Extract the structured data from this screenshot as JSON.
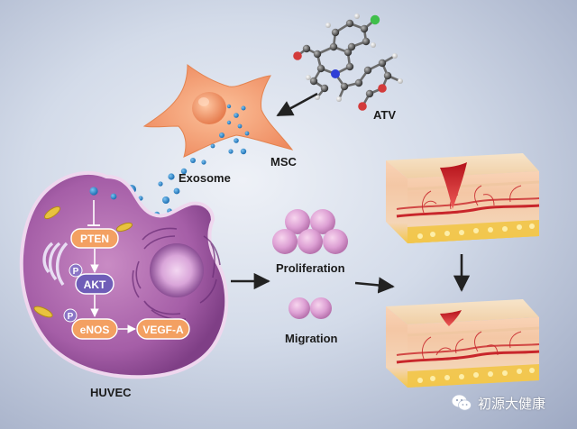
{
  "labels": {
    "atv": "ATV",
    "msc": "MSC",
    "exosome": "Exosome",
    "pten": "PTEN",
    "p1": "P",
    "akt": "AKT",
    "p2": "P",
    "enos": "eNOS",
    "vegfa": "VEGF-A",
    "proliferation": "Proliferation",
    "migration": "Migration",
    "huvec": "HUVEC"
  },
  "watermark": {
    "text": "初源大健康",
    "icon": "wechat-icon"
  },
  "colors": {
    "msc_cell": "#f4a278",
    "huvec_cytoplasm": "#b46ab0",
    "nucleus": "#b07cc4",
    "signal_box": "#f3a062",
    "phospho": "#8a74c6",
    "exosome": "#2f86c9",
    "wound": "#d82a2a"
  }
}
